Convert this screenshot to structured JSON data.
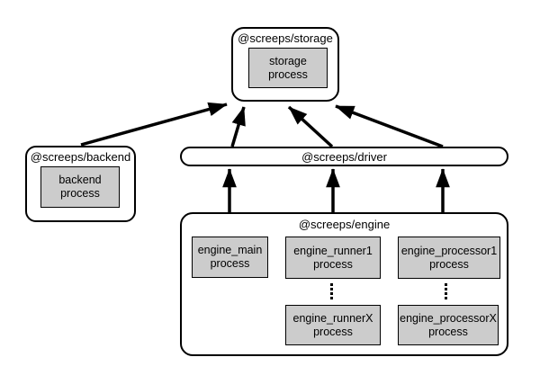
{
  "diagram": {
    "nodes": {
      "storage": {
        "title": "@screeps/storage",
        "process_label": "storage\nprocess"
      },
      "backend": {
        "title": "@screeps/backend",
        "process_label": "backend\nprocess"
      },
      "driver": {
        "title": "@screeps/driver"
      },
      "engine": {
        "title": "@screeps/engine",
        "main_process": "engine_main\nprocess",
        "runner_first": "engine_runner1\nprocess",
        "runner_last": "engine_runnerX\nprocess",
        "processor_first": "engine_processor1\nprocess",
        "processor_last": "engine_processorX\nprocess"
      }
    },
    "edges": [
      {
        "from": "backend",
        "to": "storage"
      },
      {
        "from": "driver",
        "to": "storage"
      },
      {
        "from": "driver",
        "to": "storage"
      },
      {
        "from": "driver",
        "to": "storage"
      },
      {
        "from": "engine",
        "to": "driver"
      },
      {
        "from": "engine",
        "to": "driver"
      },
      {
        "from": "engine",
        "to": "driver"
      }
    ],
    "icons": {
      "runner_ellipsis": "vertical-dots-icon",
      "processor_ellipsis": "vertical-dots-icon"
    },
    "colors": {
      "background": "#ffffff",
      "line": "#000000",
      "node_fill": "#ffffff",
      "process_fill": "#cccccc",
      "text": "#000000"
    }
  }
}
